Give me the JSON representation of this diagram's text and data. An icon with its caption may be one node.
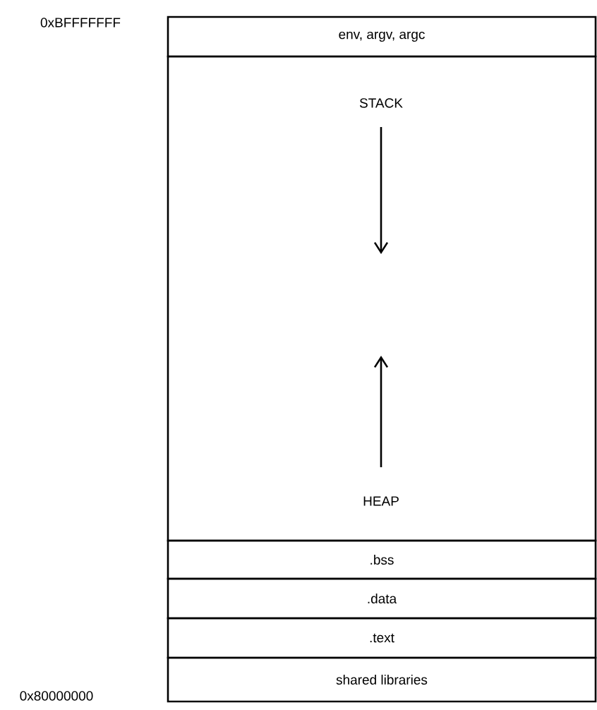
{
  "diagram": {
    "nodes": [
      {
        "text": [
          "env, argv, argc"
        ]
      },
      {
        "text": [
          "STACK",
          "HEAP"
        ]
      },
      {
        "text": [
          ".bss"
        ]
      },
      {
        "text": [
          ".data"
        ]
      },
      {
        "text": [
          ".text"
        ]
      },
      {
        "text": [
          "shared libraries"
        ]
      }
    ],
    "labels": [
      "0xBFFFFFFF",
      "0x80000000"
    ]
  }
}
